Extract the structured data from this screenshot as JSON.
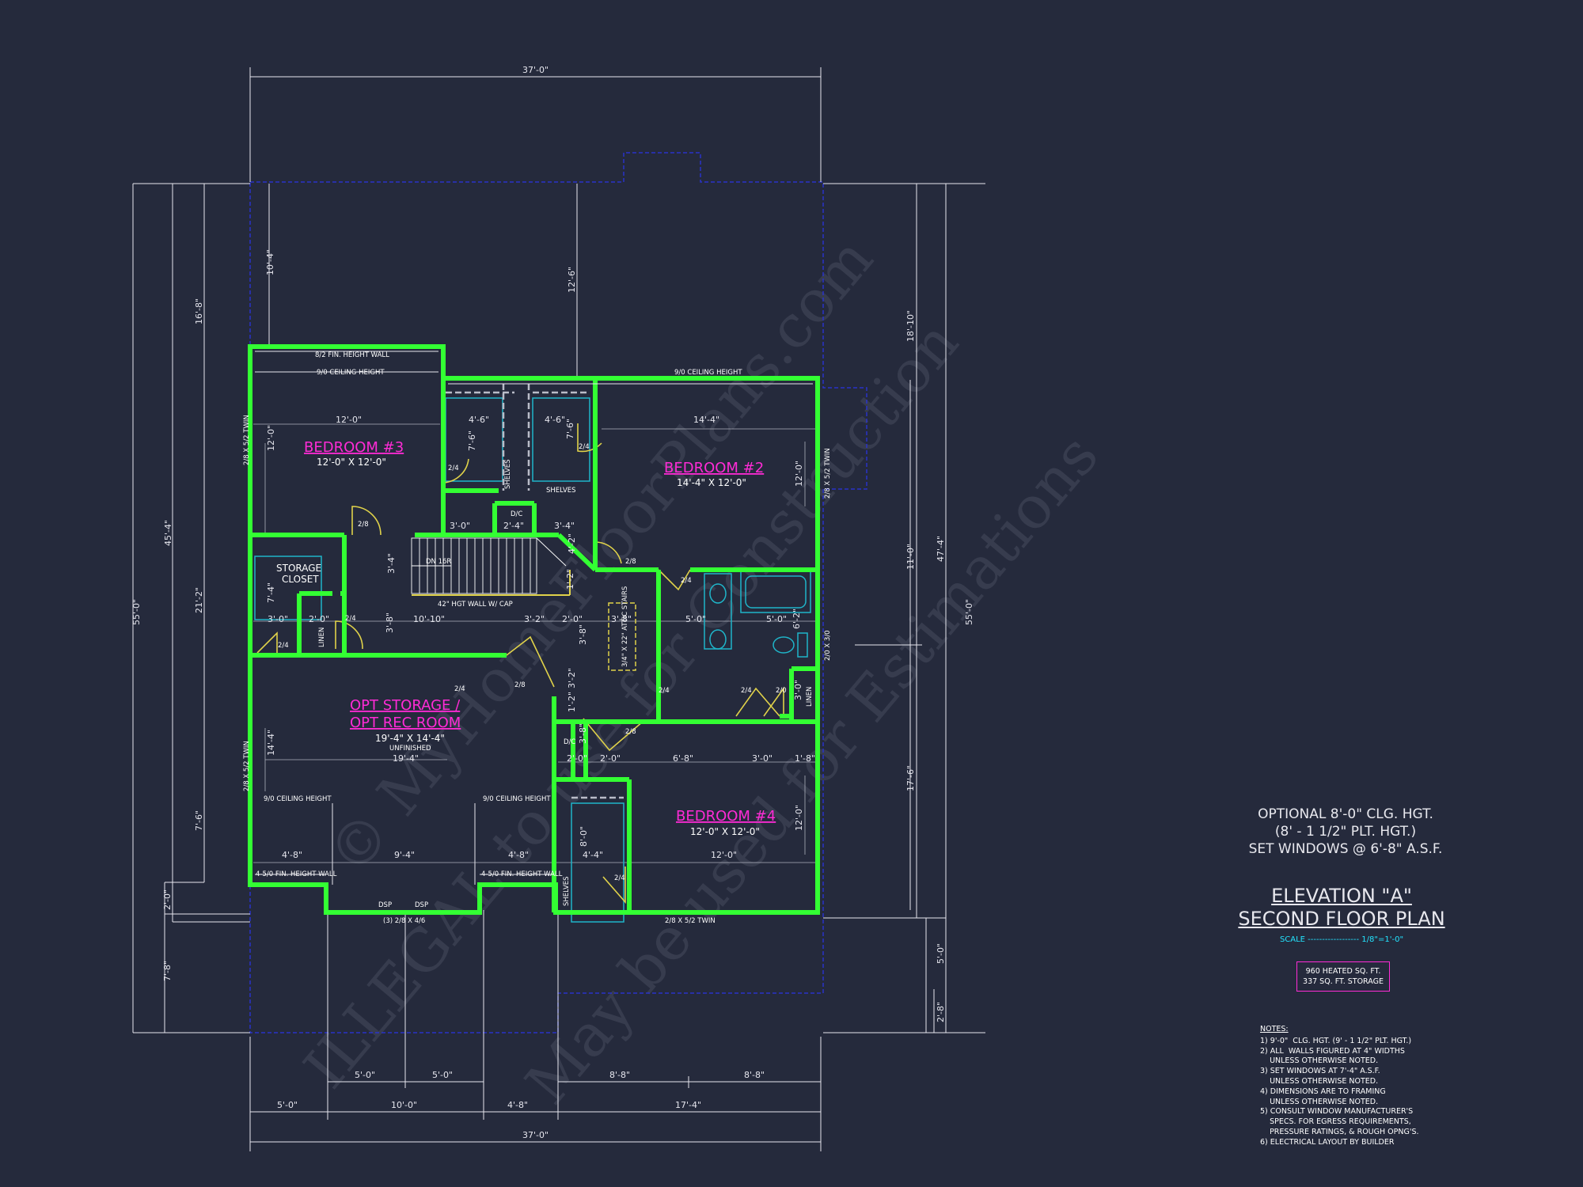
{
  "watermark": {
    "line1": "© MyHomeFloorPlans.com",
    "line2": "ILLEGAL to use for Construction",
    "line3": "May be used for Estimations"
  },
  "rooms": {
    "bedroom3": {
      "name": "BEDROOM #3",
      "size": "12'-0\" X 12'-0\""
    },
    "bedroom2": {
      "name": "BEDROOM #2",
      "size": "14'-4\" X 12'-0\""
    },
    "bedroom4": {
      "name": "BEDROOM #4",
      "size": "12'-0\" X 12'-0\""
    },
    "storage": {
      "name1": "OPT STORAGE /",
      "name2": "OPT REC ROOM",
      "size": "19'-4\" X 14'-4\"",
      "note": "UNFINISHED"
    },
    "storage_closet": {
      "line1": "STORAGE",
      "line2": "CLOSET"
    }
  },
  "labels": {
    "fin_height_top": "8/2 FIN. HEIGHT WALL",
    "ceiling_b3": "9/0 CEILING HEIGHT",
    "ceiling_b2": "9/0 CEILING HEIGHT",
    "ceiling_left": "9/0 CEILING HEIGHT",
    "ceiling_right": "9/0 CEILING HEIGHT",
    "fin_left": "4-5/0 FIN. HEIGHT WALL",
    "fin_right": "4-5/0 FIN. HEIGHT WALL",
    "shelves1": "SHELVES",
    "shelves2": "SHELVES",
    "shelves3": "SHELVES",
    "dc1": "D/C",
    "dc2": "D/C",
    "linen1": "LINEN",
    "linen2": "LINEN",
    "dn": "DN 16R",
    "hgt_wall": "42\" HGT WALL W/ CAP",
    "dsp1": "DSP",
    "dsp2": "DSP",
    "win_bottom_left": "(3) 2/8 X 4/6",
    "win_bottom_right": "2/8 X 5/2 TWIN",
    "win_left_top": "2/8 X 5/2 TWIN",
    "win_left_bottom": "2/8 X 5/2 TWIN",
    "win_right": "2/8 X 5/2 TWIN",
    "win_bath": "2/0 X 3/0",
    "attic": "3/4\" X 22\" ATTIC STAIRS",
    "door_2_8_a": "2/8",
    "door_2_8_b": "2/8",
    "door_2_8_c": "2/8",
    "door_2_8_d": "2/8",
    "door_2_4_a": "2/4",
    "door_2_4_b": "2/4",
    "door_2_4_c": "2/4",
    "door_2_4_d": "2/4",
    "door_2_4_e": "2/4",
    "door_2_4_f": "2/4",
    "door_2_4_g": "2/4",
    "door_2_4_h": "2/4",
    "door_2_4_i": "2/4",
    "door_2_0": "2/0"
  },
  "dims": {
    "top": "37'-0\"",
    "bottom": "37'-0\"",
    "left_outer": "55'-0\"",
    "right_outer": "55'-0\"",
    "left_45": "45'-4\"",
    "right_47": "47'-4\"",
    "left_16": "16'-8\"",
    "left_21": "21'-2\"",
    "left_7_6": "7'-6\"",
    "left_2": "2'-0\"",
    "left_7_8": "7'-8\"",
    "left_10_4": "10'-4\"",
    "center_12_6": "12'-6\"",
    "right_18_10": "18'-10\"",
    "right_11": "11'-0\"",
    "right_17_6": "17'-6\"",
    "right_5": "5'-0\"",
    "right_2_8": "2'-8\"",
    "b3_w": "12'-0\"",
    "b3_h": "12'-0\"",
    "cl1_w": "4'-6\"",
    "cl1_h": "7'-6\"",
    "cl2_w": "4'-6\"",
    "cl2_h": "7'-6\"",
    "b2_w": "14'-4\"",
    "b2_h": "12'-0\"",
    "d3_0": "3'-0\"",
    "d2_4a": "2'-4\"",
    "d3_4": "3'-4\"",
    "d4_2": "4'-2\"",
    "d3_4v": "3'-4\"",
    "d7_4": "7'-4\"",
    "d3_0b": "3'-0\"",
    "d2_0": "2'-0\"",
    "d10_10": "10'-10\"",
    "d3_2": "3'-2\"",
    "d2_0b": "2'-0\"",
    "d3_8": "3'-8\"",
    "d3_8v": "3'-8\"",
    "d3_8v2": "3'-8\"",
    "d1_2": "1'-2\"",
    "d5_0": "5'-0\"",
    "d5_0b": "5'-0\"",
    "d6_2": "6'-2\"",
    "d3_0v": "3'-0\"",
    "d3_2v": "3'-2\"",
    "d1_2b": "1'-2\"",
    "d14_4": "14'-4\"",
    "d19_4": "19'-4\"",
    "d3_8c": "3'-8\"",
    "d2_0c": "2'-0\"",
    "d2_0d": "2'-0\"",
    "d6_8": "6'-8\"",
    "d3_0c": "3'-0\"",
    "d1_8": "1'-8\"",
    "b4_w": "12'-0\"",
    "b4_h": "12'-0\"",
    "d8_0": "8'-0\"",
    "d4_4": "4'-4\"",
    "d4_8a": "4'-8\"",
    "d9_4": "9'-4\"",
    "d4_8b": "4'-8\"",
    "b_5_0a": "5'-0\"",
    "b_5_0b": "5'-0\"",
    "b_8_8a": "8'-8\"",
    "b_8_8b": "8'-8\"",
    "b_5_0c": "5'-0\"",
    "b_10_0": "10'-0\"",
    "b_4_8": "4'-8\"",
    "b_17_4": "17'-4\""
  },
  "optional": {
    "line1": "OPTIONAL 8'-0\"  CLG. HGT.",
    "line2": "(8' - 1 1/2\" PLT. HGT.)",
    "line3": "SET WINDOWS @ 6'-8\" A.S.F."
  },
  "title": {
    "elevation": "ELEVATION \"A\"",
    "plan": "SECOND FLOOR PLAN",
    "scale": "SCALE ------------------ 1/8\"=1'-0\""
  },
  "area": {
    "heated": "960 HEATED SQ. FT.",
    "storage": "337 SQ. FT. STORAGE"
  },
  "notes": {
    "title": "NOTES:",
    "lines": [
      "1) 9'-0\"  CLG. HGT. (9' - 1 1/2\" PLT. HGT.)",
      "2) ALL  WALLS FIGURED AT 4\" WIDTHS",
      "    UNLESS OTHERWISE NOTED.",
      "3) SET WINDOWS AT 7'-4\" A.S.F.",
      "    UNLESS OTHERWISE NOTED.",
      "4) DIMENSIONS ARE TO FRAMING",
      "    UNLESS OTHERWISE NOTED.",
      "5) CONSULT WINDOW MANUFACTURER'S",
      "    SPECS. FOR EGRESS REQUIREMENTS,",
      "    PRESSURE RATINGS, & ROUGH OPNG'S.",
      "6) ELECTRICAL LAYOUT BY BUILDER"
    ]
  },
  "colors": {
    "background": "#252a3c",
    "walls": "#33ff33",
    "room_labels": "#ff2bd6",
    "dimension_lines": "#e6e6ee",
    "roof_outline": "#2a33c8",
    "cabinets": "#1fb5c9",
    "doors": "#e0d24a",
    "scale_text": "#23e4ff"
  }
}
